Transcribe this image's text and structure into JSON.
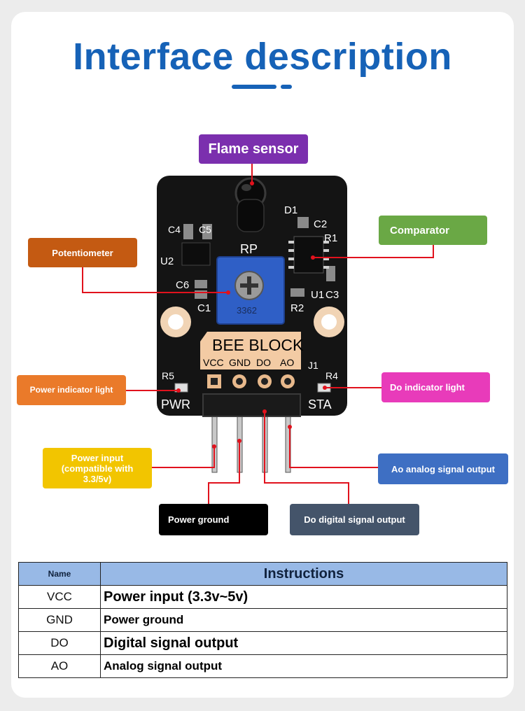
{
  "header": {
    "title": "Interface description"
  },
  "colors": {
    "accent": "#1662b7",
    "table_header": "#98b9e6",
    "pcb": "#141414"
  },
  "board": {
    "brand": "BEE BLOCK",
    "silkscreen": {
      "rp": "RP",
      "d1": "D1",
      "c2": "C2",
      "r1": "R1",
      "c4": "C4",
      "c5": "C5",
      "u2": "U2",
      "c6": "C6",
      "c1": "C1",
      "u1": "U1",
      "c3": "C3",
      "r2": "R2",
      "r5": "R5",
      "r4": "R4",
      "j1": "J1",
      "pwr": "PWR",
      "sta": "STA",
      "pot_code": "3362"
    },
    "pins": [
      "VCC",
      "GND",
      "DO",
      "AO"
    ]
  },
  "labels": {
    "flame_sensor": "Flame sensor",
    "comparator": "Comparator",
    "potentiometer": "Potentiometer",
    "power_indicator": "Power indicator light",
    "do_indicator": "Do indicator light",
    "power_input": "Power input (compatible with 3.3/5v)",
    "ao_output": "Ao analog signal output",
    "power_ground": "Power ground",
    "do_output": "Do digital signal output"
  },
  "label_colors": {
    "flame_sensor": "#7b2fae",
    "comparator": "#6aa845",
    "potentiometer": "#c45a12",
    "power_indicator": "#ea7a2a",
    "do_indicator": "#e83bba",
    "power_input": "#f2c500",
    "ao_output": "#3e6fc3",
    "power_ground": "#000000",
    "do_output": "#44546a"
  },
  "table": {
    "headers": [
      "Name",
      "Instructions"
    ],
    "rows": [
      {
        "name": "VCC",
        "instruction": "Power input (3.3v~5v)"
      },
      {
        "name": "GND",
        "instruction": "Power ground"
      },
      {
        "name": "DO",
        "instruction": "Digital signal output"
      },
      {
        "name": "AO",
        "instruction": "Analog signal output"
      }
    ]
  }
}
